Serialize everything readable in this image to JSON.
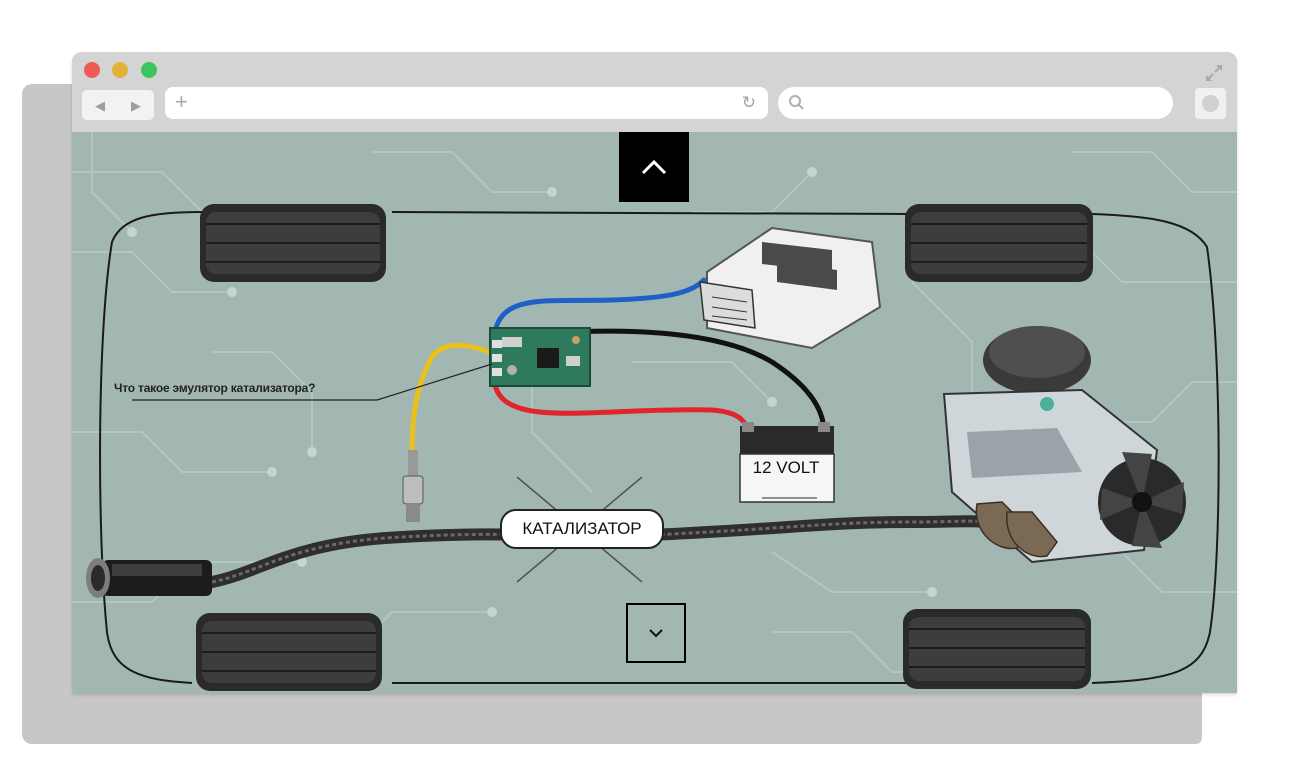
{
  "browser": {
    "controls": {
      "close_icon": "close-light",
      "minimize_icon": "minimize-light",
      "zoom_icon": "zoom-light"
    },
    "nav": {
      "back_icon": "◀",
      "forward_icon": "▶"
    },
    "address_bar": {
      "new_tab_icon": "+",
      "reload_icon": "↻",
      "value": ""
    },
    "search_bar": {
      "value": ""
    },
    "colors": {
      "close": "#ee5a55",
      "minimize": "#e2b23b",
      "zoom": "#3cc45f",
      "chrome": "#d4d4d4"
    }
  },
  "diagram": {
    "question_link": "Что такое эмулятор катализатора?",
    "battery_label": "12 VOLT",
    "catalyst_label": "КАТАЛИЗАТОР",
    "scroll_up_icon": "chevron-up-icon",
    "scroll_down_icon": "chevron-down-icon",
    "wire_colors": {
      "signal": "#1f5fc8",
      "ground": "#111111",
      "power": "#e0262c",
      "sensor": "#e9c11c"
    },
    "background_color": "#a3b7b2"
  }
}
